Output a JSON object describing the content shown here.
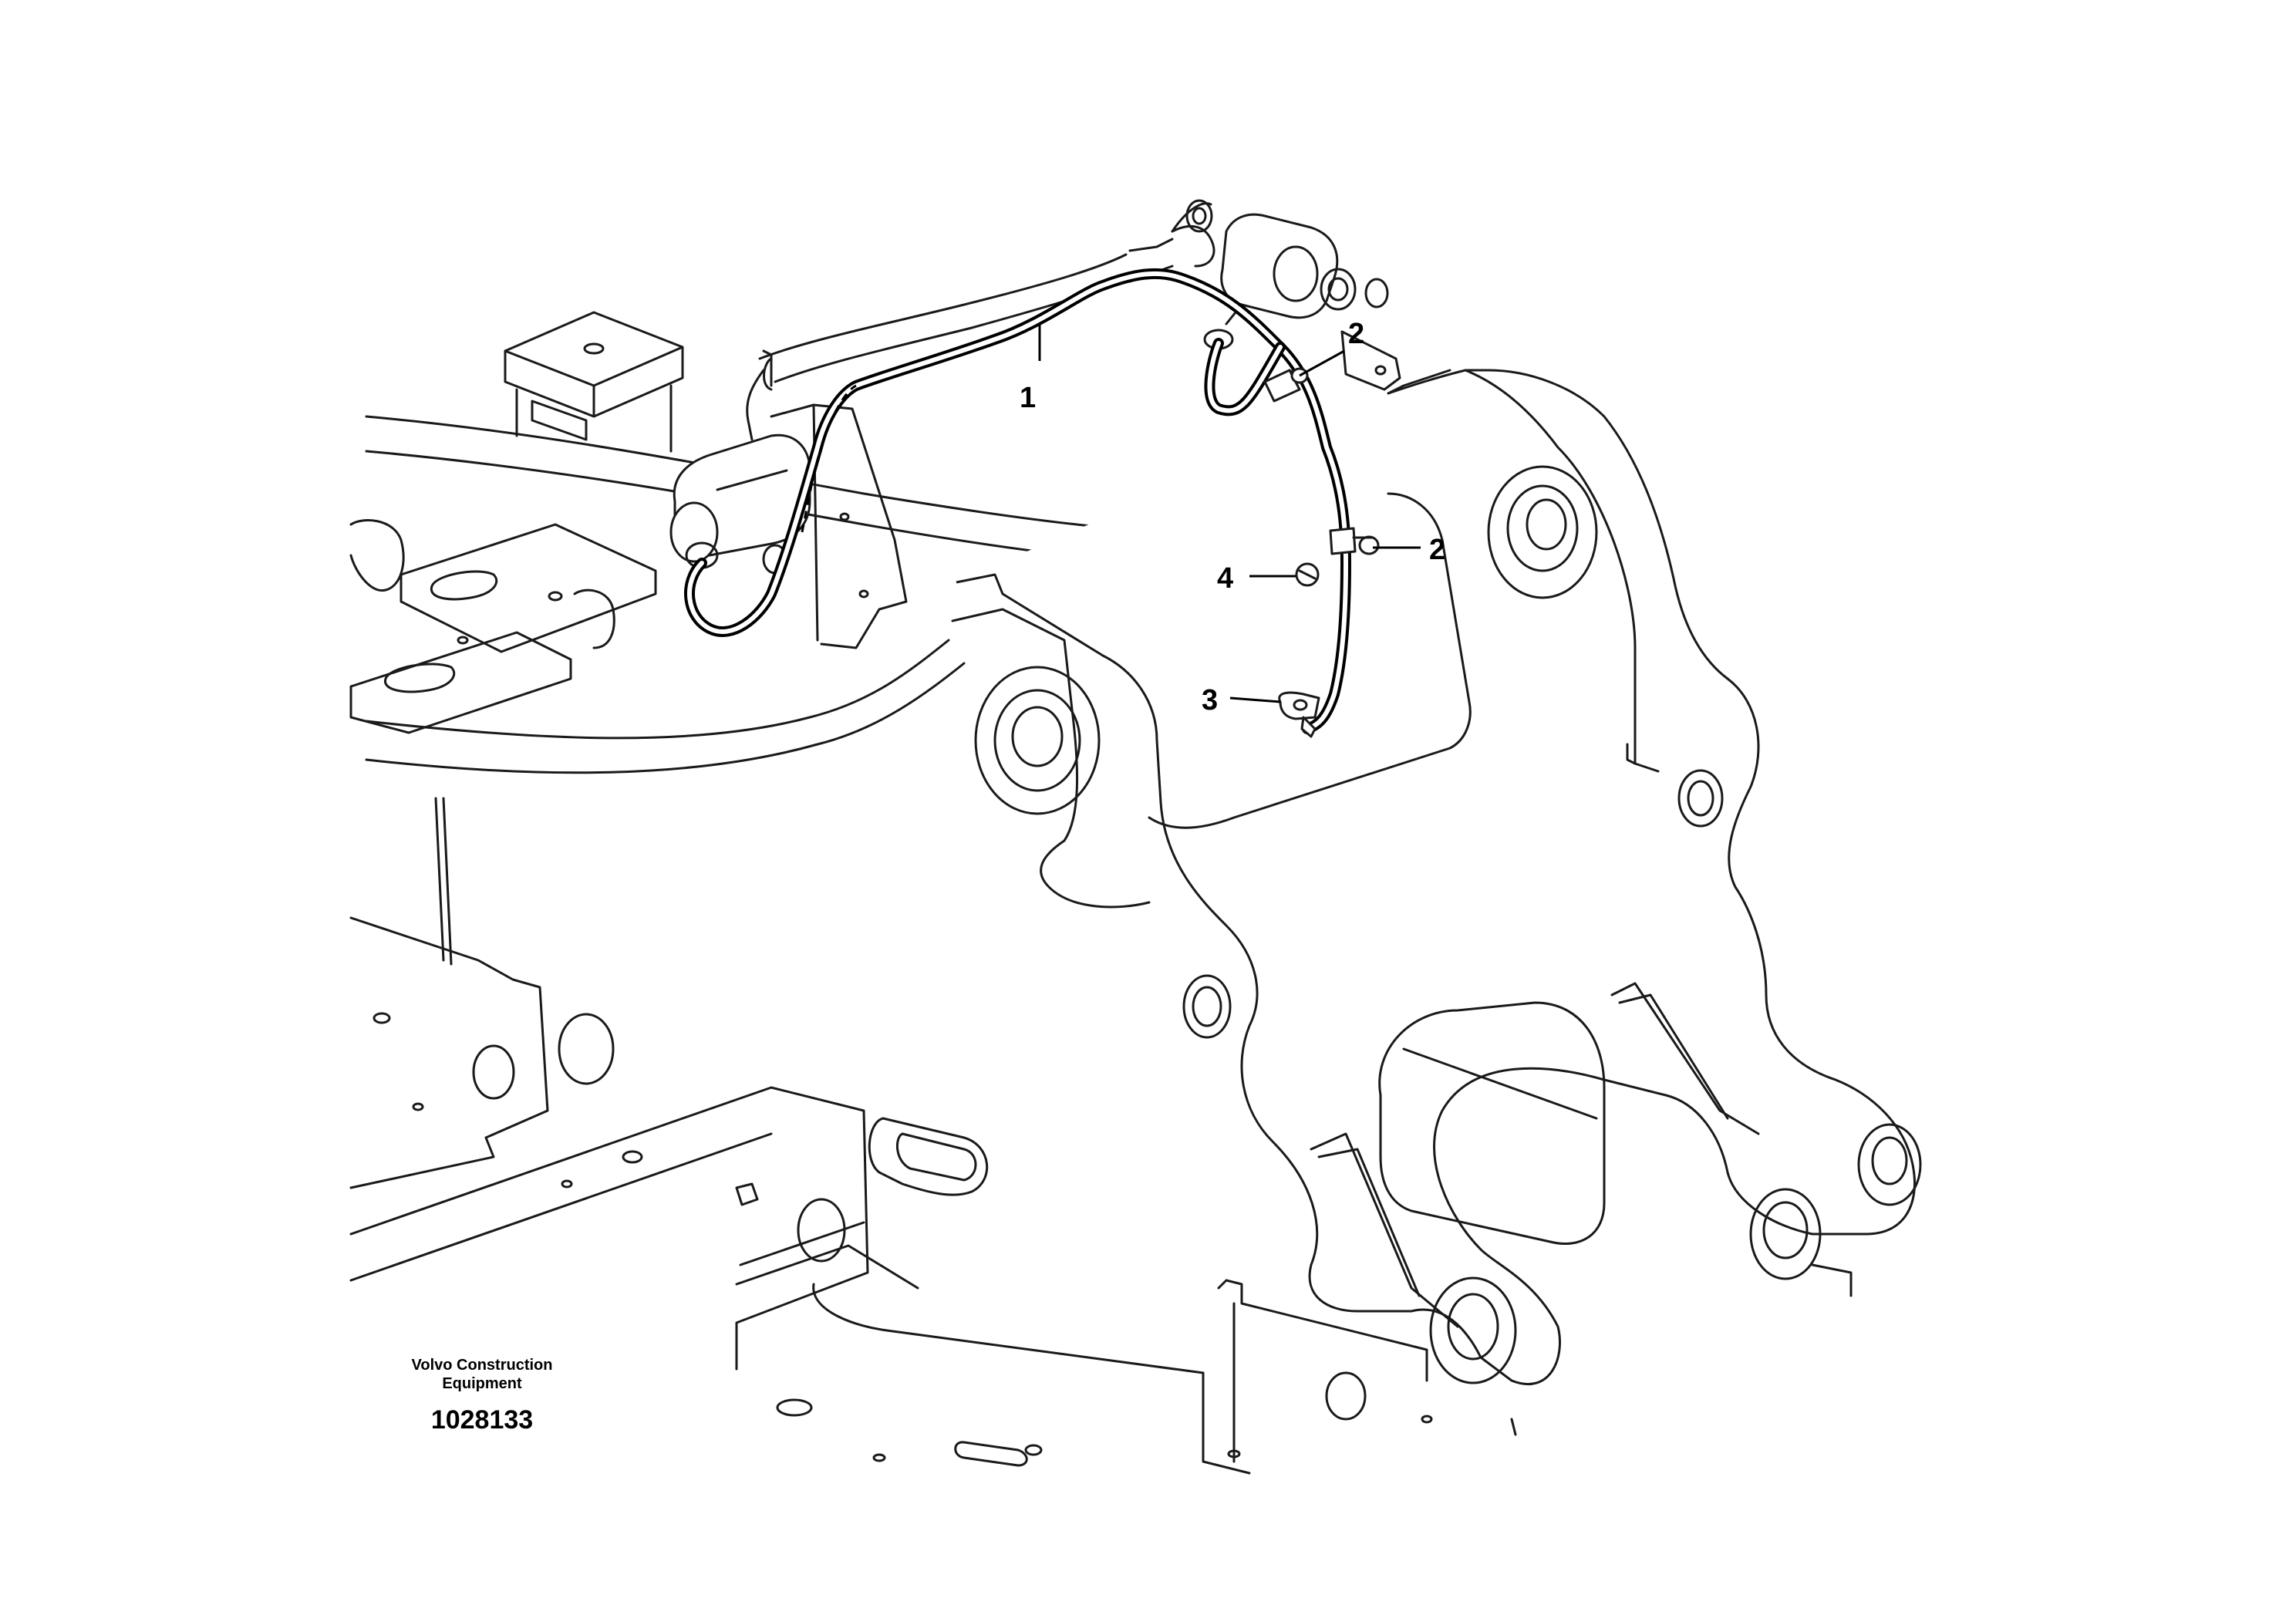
{
  "callouts": [
    {
      "id": "cable",
      "label": "1"
    },
    {
      "id": "clamp-upper",
      "label": "2"
    },
    {
      "id": "clamp-lower",
      "label": "2"
    },
    {
      "id": "cable-lug",
      "label": "3"
    },
    {
      "id": "screw",
      "label": "4"
    }
  ],
  "brand": {
    "line1": "Volvo Construction",
    "line2": "Equipment"
  },
  "figure_number": "1028133"
}
